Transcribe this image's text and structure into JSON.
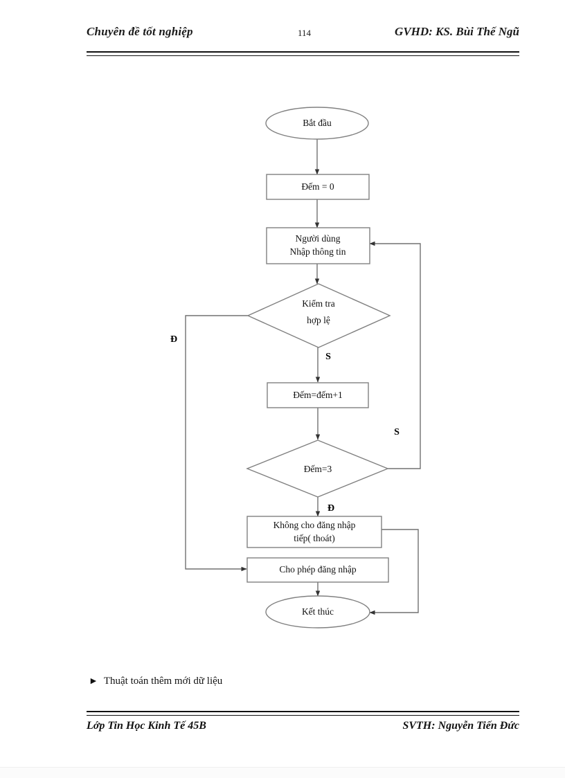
{
  "document": {
    "header": {
      "left_title": "Chuyên đề tốt nghiệp",
      "page_number": "114",
      "right_title": "GVHD: KS. Bùi Thế Ngũ"
    },
    "caption": {
      "bullet": "►",
      "text": "Thuật toán thêm mới dữ liệu"
    },
    "footer": {
      "left_text": "Lớp Tin Học Kinh Tế 45B",
      "right_text": "SVTH: Nguyễn Tiến Đức"
    }
  },
  "flowchart": {
    "title": "Thuật toán thêm mới dữ liệu",
    "colors": {
      "shape_stroke": "#808080",
      "connector_stroke": "#707070",
      "text": "#111111",
      "fill": "#ffffff"
    },
    "nodes": [
      {
        "id": "start",
        "type": "terminator",
        "label": "Bắt đầu"
      },
      {
        "id": "init",
        "type": "process",
        "label": "Đếm = 0"
      },
      {
        "id": "input",
        "type": "process",
        "label_line1": "Người dùng",
        "label_line2": "Nhập thông tin"
      },
      {
        "id": "validate",
        "type": "decision",
        "label_line1": "Kiểm tra",
        "label_line2": "hợp lệ"
      },
      {
        "id": "increment",
        "type": "process",
        "label": "Đếm=đếm+1"
      },
      {
        "id": "checkcount",
        "type": "decision",
        "label": "Đếm=3"
      },
      {
        "id": "deny",
        "type": "process",
        "label_line1": "Không cho đăng nhập",
        "label_line2": "tiếp( thoát)"
      },
      {
        "id": "allow",
        "type": "process",
        "label": "Cho phép đăng nhập"
      },
      {
        "id": "end",
        "type": "terminator",
        "label": "Kết thúc"
      }
    ],
    "edges": [
      {
        "from": "start",
        "to": "init",
        "label": ""
      },
      {
        "from": "init",
        "to": "input",
        "label": ""
      },
      {
        "from": "input",
        "to": "validate",
        "label": ""
      },
      {
        "from": "validate",
        "to": "allow",
        "label": "Đ"
      },
      {
        "from": "validate",
        "to": "increment",
        "label": "S"
      },
      {
        "from": "increment",
        "to": "checkcount",
        "label": ""
      },
      {
        "from": "checkcount",
        "to": "deny",
        "label": "Đ"
      },
      {
        "from": "checkcount",
        "to": "input",
        "label": "S"
      },
      {
        "from": "deny",
        "to": "end",
        "label": ""
      },
      {
        "from": "allow",
        "to": "end",
        "label": ""
      }
    ],
    "edge_labels": {
      "validate_true": "Đ",
      "validate_false": "S",
      "count_true": "Đ",
      "count_false": "S"
    }
  }
}
